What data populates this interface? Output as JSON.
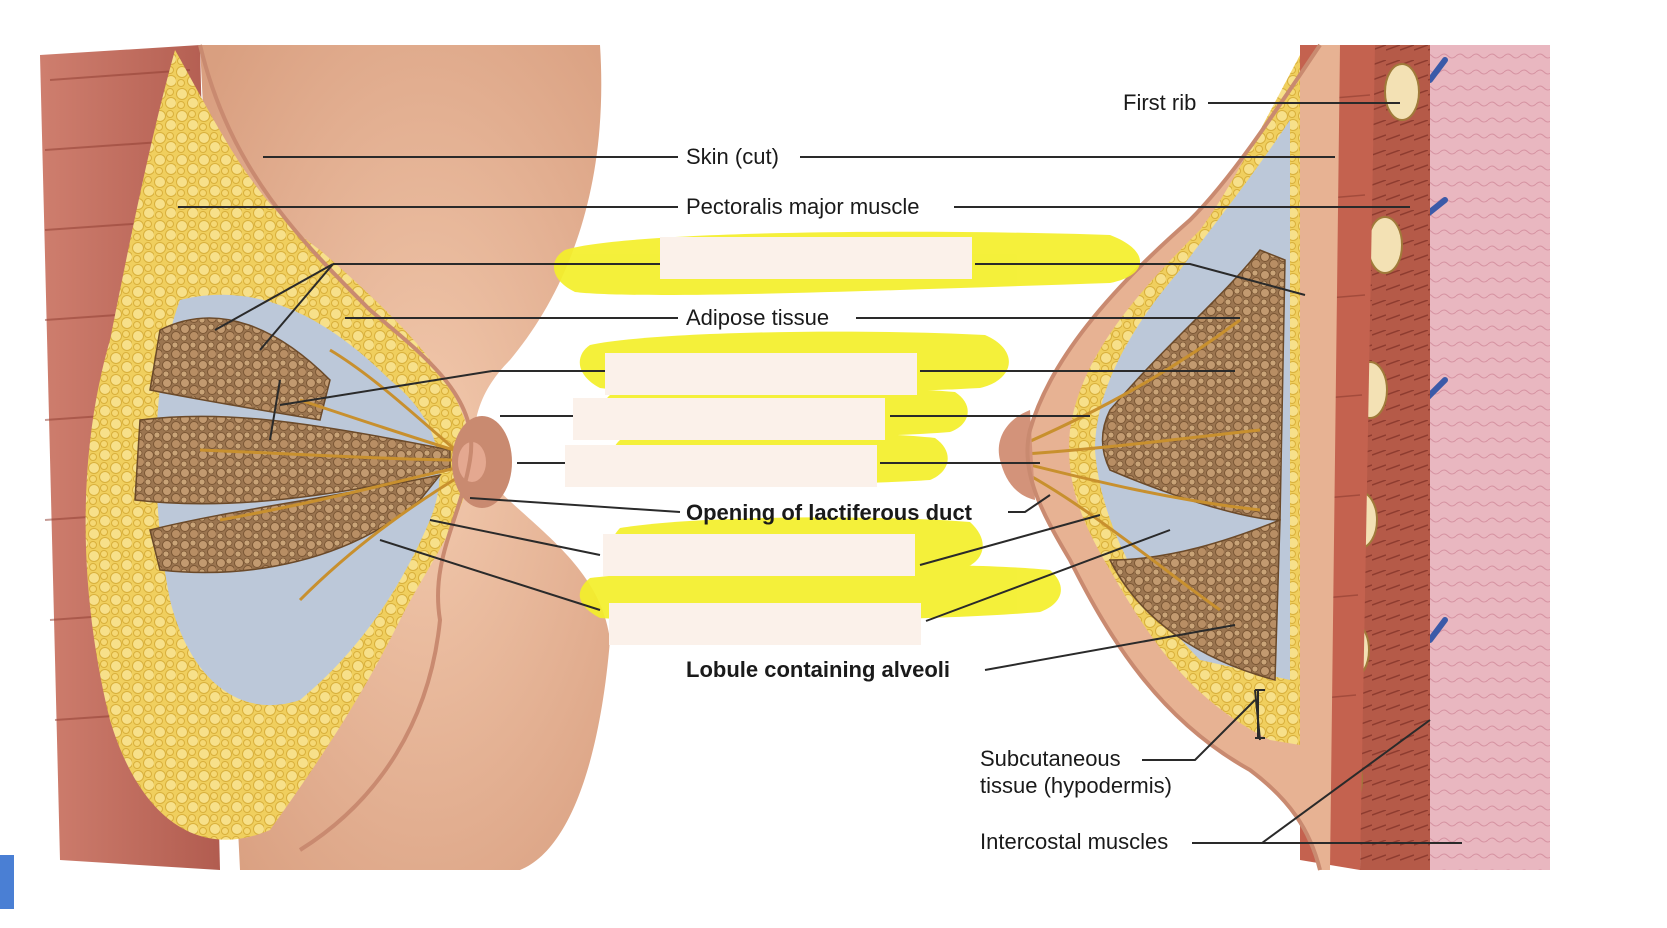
{
  "diagram": {
    "labels": {
      "first_rib": "First rib",
      "skin": "Skin (cut)",
      "pectoralis": "Pectoralis major muscle",
      "adipose": "Adipose tissue",
      "opening_duct": "Opening of lactiferous duct",
      "lobule": "Lobule containing alveoli",
      "subcutaneous_1": "Subcutaneous",
      "subcutaneous_2": "tissue (hypodermis)",
      "intercostal": "Intercostal muscles"
    },
    "blank_count": 6,
    "colors": {
      "highlight": "#f4ef2a",
      "blank_box": "#fbf1ea",
      "adipose": "#f2d36a",
      "gland": "#a8825a",
      "skin": "#e8b89a",
      "muscle": "#b85a4a"
    }
  }
}
